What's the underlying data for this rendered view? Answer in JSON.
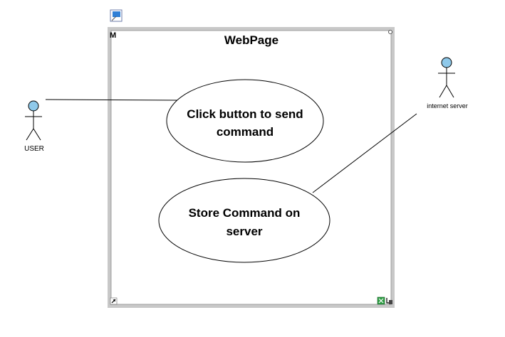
{
  "system": {
    "title": "WebPage"
  },
  "actors": [
    {
      "id": "user",
      "label": "USER",
      "color": "#8fc9ea"
    },
    {
      "id": "server",
      "label": "internet server",
      "color": "#8fc9ea"
    }
  ],
  "use_cases": [
    {
      "id": "uc1",
      "lines": [
        "Click button to send",
        "command"
      ]
    },
    {
      "id": "uc2",
      "lines": [
        "Store Command on",
        "server"
      ]
    }
  ],
  "associations": [
    {
      "from": "user",
      "to": "uc1"
    },
    {
      "from": "server",
      "to": "uc2"
    }
  ],
  "colors": {
    "boundary_border": "#c8c8c8",
    "line": "#000000",
    "ellipse_fill": "#ffffff",
    "actor_head": "#8fc9ea"
  },
  "icons": [
    "diagram-tool-icon",
    "model-m-icon",
    "resize-handle-icon",
    "link-arrow-icon",
    "nav-icon"
  ]
}
